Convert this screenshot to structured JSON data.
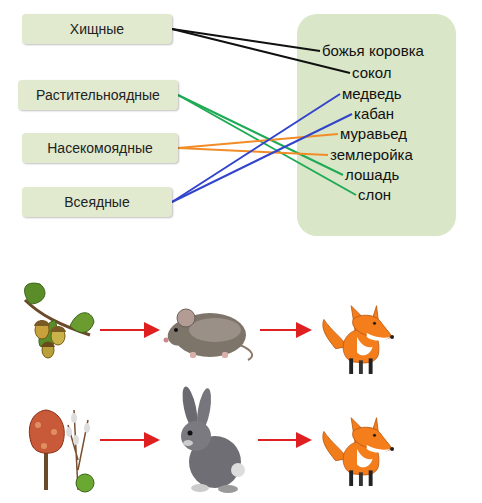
{
  "diagram": {
    "nodes": [
      {
        "text": [
          "Хищные"
        ]
      },
      {
        "text": [
          "Растительноядные"
        ]
      },
      {
        "text": [
          "Насекомоядные"
        ]
      },
      {
        "text": [
          "Всеядные"
        ]
      },
      {
        "text": [
          "божья коровка"
        ]
      },
      {
        "text": [
          "сокол"
        ]
      },
      {
        "text": [
          "медведь"
        ]
      },
      {
        "text": [
          "кабан"
        ]
      },
      {
        "text": [
          "муравьед"
        ]
      },
      {
        "text": [
          "землеройка"
        ]
      },
      {
        "text": [
          "лошадь"
        ]
      },
      {
        "text": [
          "слон"
        ]
      }
    ],
    "edges": [
      {
        "from": 0,
        "to": 4,
        "arrow": "none"
      },
      {
        "from": 0,
        "to": 5,
        "arrow": "none"
      },
      {
        "from": 1,
        "to": 10,
        "arrow": "none"
      },
      {
        "from": 1,
        "to": 11,
        "arrow": "none"
      },
      {
        "from": 2,
        "to": 8,
        "arrow": "none"
      },
      {
        "from": 2,
        "to": 9,
        "arrow": "none"
      },
      {
        "from": 3,
        "to": 6,
        "arrow": "none"
      },
      {
        "from": 3,
        "to": 7,
        "arrow": "none"
      }
    ]
  }
}
